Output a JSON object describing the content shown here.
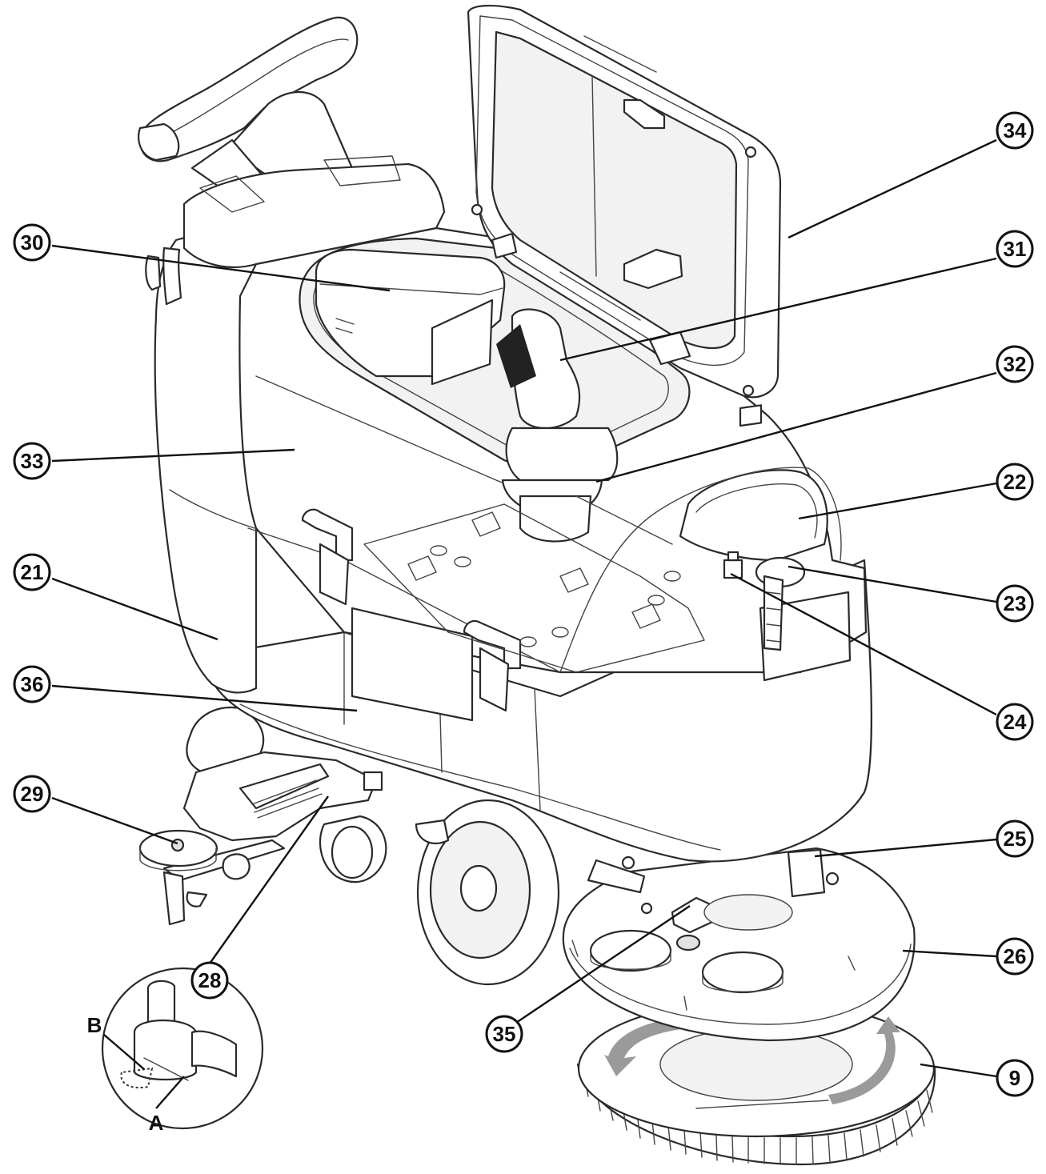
{
  "callouts": [
    {
      "id": "34",
      "label": "34"
    },
    {
      "id": "30",
      "label": "30"
    },
    {
      "id": "31",
      "label": "31"
    },
    {
      "id": "32",
      "label": "32"
    },
    {
      "id": "33",
      "label": "33"
    },
    {
      "id": "22",
      "label": "22"
    },
    {
      "id": "21",
      "label": "21"
    },
    {
      "id": "23",
      "label": "23"
    },
    {
      "id": "24",
      "label": "24"
    },
    {
      "id": "36",
      "label": "36"
    },
    {
      "id": "29",
      "label": "29"
    },
    {
      "id": "25",
      "label": "25"
    },
    {
      "id": "26",
      "label": "26"
    },
    {
      "id": "28",
      "label": "28"
    },
    {
      "id": "35",
      "label": "35"
    },
    {
      "id": "9",
      "label": "9"
    }
  ],
  "detail": {
    "letter_a": "A",
    "letter_b": "B"
  }
}
